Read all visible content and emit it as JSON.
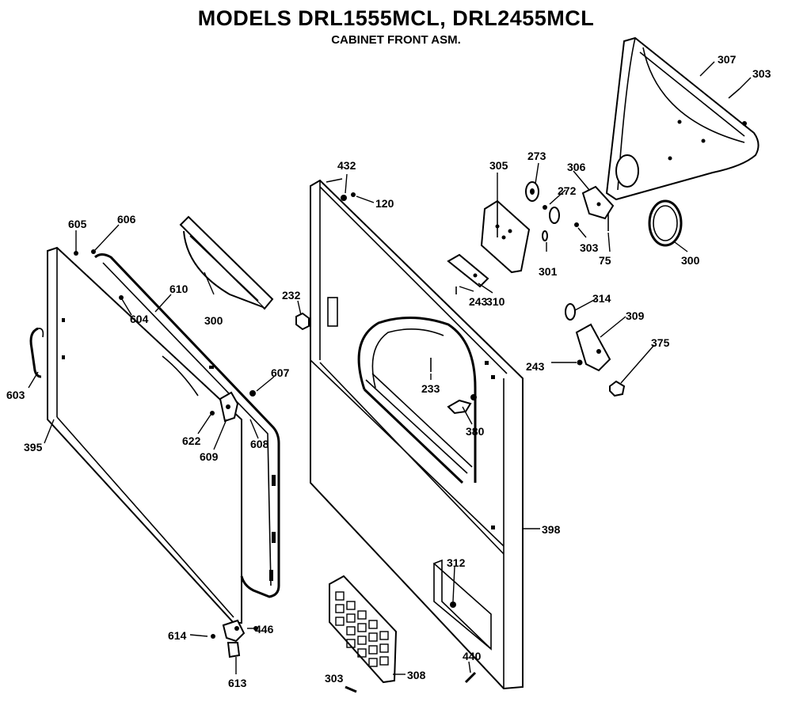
{
  "header": {
    "title": "MODELS DRL1555MCL, DRL2455MCL",
    "subtitle": "CABINET FRONT ASM."
  },
  "labels": {
    "l307": "307",
    "l303_top": "303",
    "l305": "305",
    "l273": "273",
    "l306_top": "306",
    "l272": "272",
    "l432": "432",
    "l120": "120",
    "l301": "301",
    "l303_mid": "303",
    "l75": "75",
    "l310": "310",
    "l243_a": "243",
    "l300_ring": "300",
    "l605": "605",
    "l606": "606",
    "l610": "610",
    "l604": "604",
    "l300_left": "300",
    "l232": "232",
    "l314": "314",
    "l309": "309",
    "l375": "375",
    "l243_b": "243",
    "l233": "233",
    "l380": "380",
    "l603": "603",
    "l607": "607",
    "l395": "395",
    "l622": "622",
    "l609": "609",
    "l608": "608",
    "l398": "398",
    "l312": "312",
    "l614": "614",
    "l446": "446",
    "l613": "613",
    "l303_bot": "303",
    "l308": "308",
    "l440": "440"
  }
}
